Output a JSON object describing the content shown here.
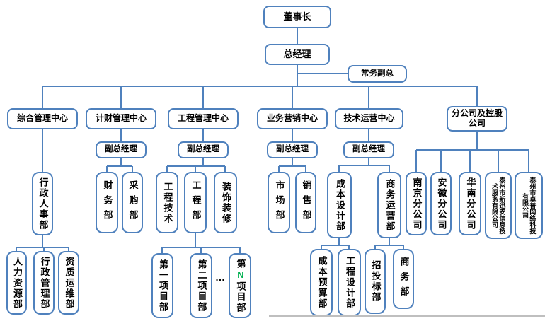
{
  "palette": {
    "box_border": "#4f81bd",
    "connector": "#4f81bd",
    "text": "#000000",
    "highlight_n": "#00b050",
    "page_edge_line": "#bfbfbf"
  },
  "nodes": {
    "chairman": "董事长",
    "gm": "总经理",
    "evp": "常务副总",
    "c1": "综合管理中心",
    "c2": "计财管理中心",
    "c3": "工程管理中心",
    "c4": "业务营销中心",
    "c5": "技术运营中心",
    "c6": "分公司及控股公司",
    "dgm2": "副总经理",
    "dgm3": "副总经理",
    "dgm4": "副总经理",
    "dgm5": "副总经理",
    "admin_hr": "行政人事部",
    "hr": "人力资源部",
    "admin_mgmt": "行政管理部",
    "qual_om": "资质运维部",
    "finance": "财务部",
    "procurement": "采购部",
    "eng_tech": "工程技术",
    "eng_dept": "工程部",
    "decoration": "装饰装修",
    "project1": "第一项目部",
    "project2": "第二项目部",
    "ellipsis": "…",
    "projectN_pre": "第",
    "projectN_n": "N",
    "projectN_post": "项目部",
    "market": "市场部",
    "sales": "销售部",
    "cost_design": "成本设计部",
    "biz_ops": "商务运营部",
    "cost_budget": "成本预算部",
    "eng_design": "工程设计部",
    "bidding": "招投标部",
    "commerce": "商务部",
    "nanjing_branch": "南京分公司",
    "anhui_branch": "安徽分公司",
    "south_china_branch": "华南分公司",
    "xinxunan_co": "泰州市新迅安信息技术服务有限公司",
    "zhuopu_co": "泰州市卓普网络科技有限公司"
  }
}
